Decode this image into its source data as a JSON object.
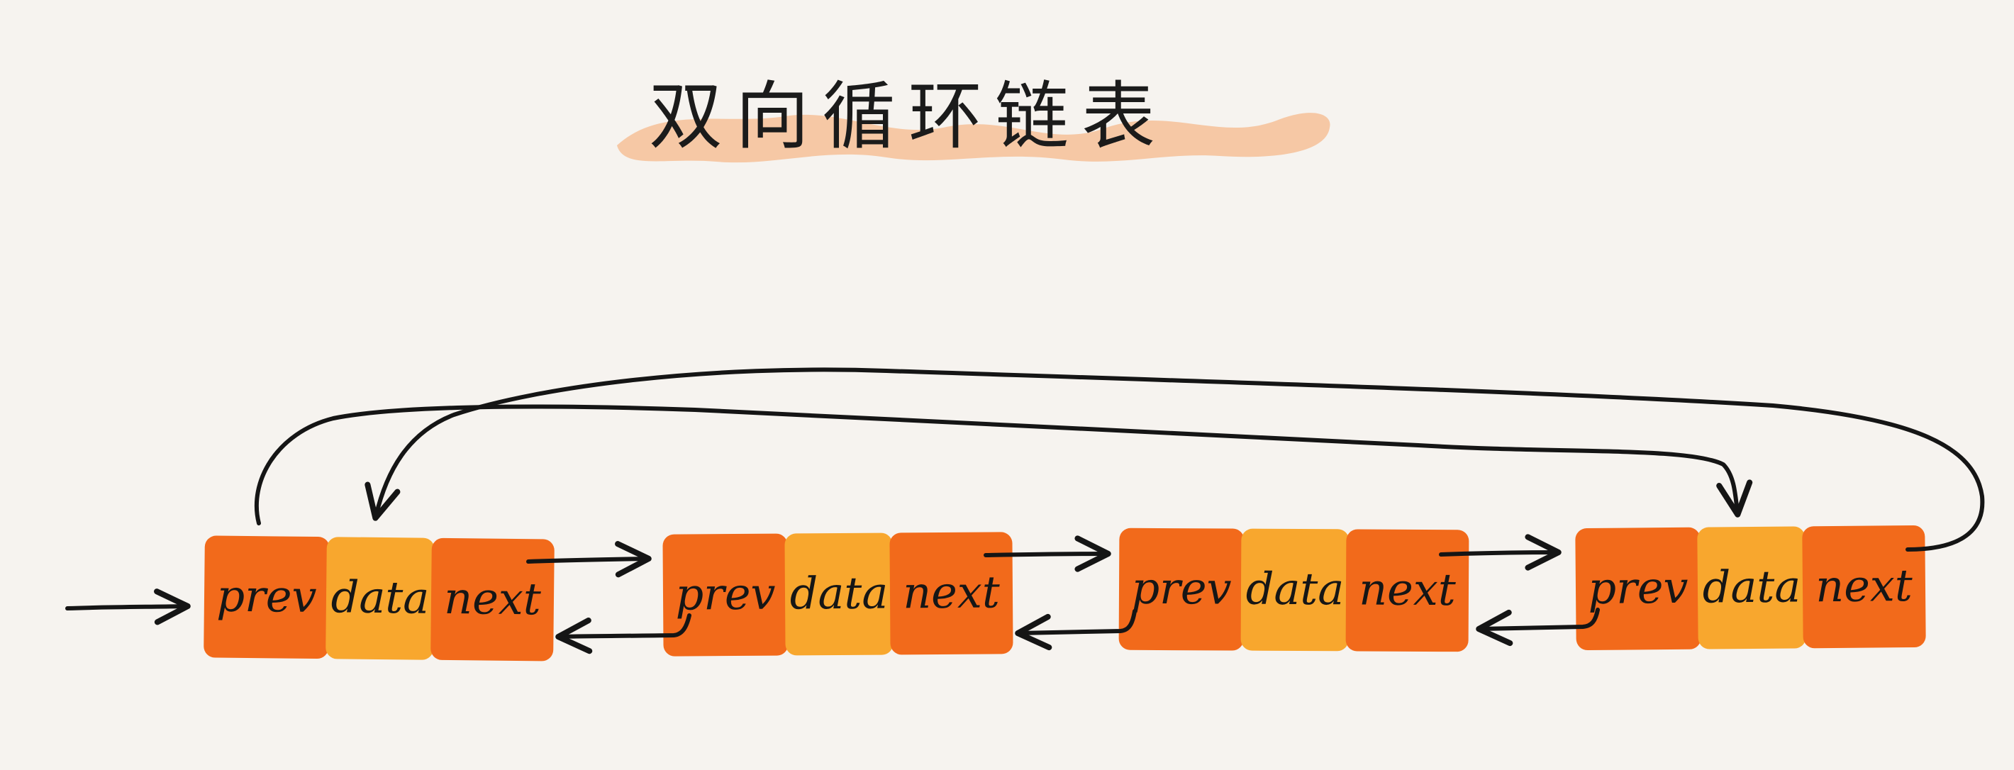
{
  "title": "双向循环链表",
  "cell_labels": {
    "prev": "prev",
    "data": "data",
    "next": "next"
  },
  "colors": {
    "background": "#f6f3ef",
    "pointer_cell": "#f26a1b",
    "data_cell": "#f8a72e",
    "title_highlight": "#f5b98c",
    "line": "#151515"
  },
  "node_count": 4
}
